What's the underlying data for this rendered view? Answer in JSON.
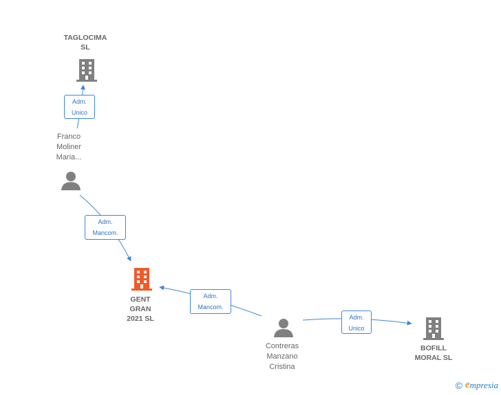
{
  "colors": {
    "edge": "#3b87d9",
    "node_icon": "#808080",
    "focus_icon": "#f05a28",
    "label": "#666666"
  },
  "nodes": {
    "taglocima": {
      "label": "TAGLOCIMA\nSL",
      "kind": "company",
      "icon": "building-icon"
    },
    "franco": {
      "label": "Franco\nMoliner\nMaria...",
      "kind": "person",
      "icon": "person-icon"
    },
    "gent_gran": {
      "label": "GENT\nGRAN\n2021  SL",
      "kind": "company-focus",
      "icon": "building-icon"
    },
    "contreras": {
      "label": "Contreras\nManzano\nCristina",
      "kind": "person",
      "icon": "person-icon"
    },
    "bofill": {
      "label": "BOFILL\nMORAL  SL",
      "kind": "company",
      "icon": "building-icon"
    }
  },
  "edges": {
    "franco_taglocima": {
      "label": "Adm.\nUnico"
    },
    "franco_gent": {
      "label": "Adm.\nMancom."
    },
    "contreras_gent": {
      "label": "Adm.\nMancom."
    },
    "contreras_bofill": {
      "label": "Adm.\nUnico"
    }
  },
  "footer": {
    "copyright": "©",
    "brand_initial": "e",
    "brand_rest": "mpresia"
  }
}
